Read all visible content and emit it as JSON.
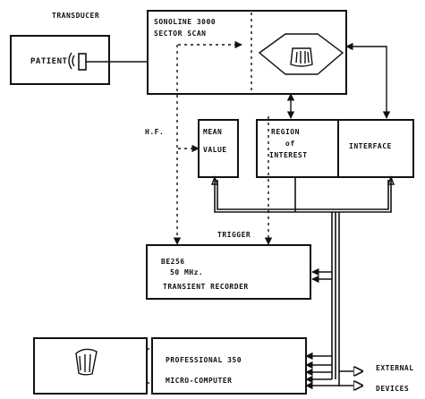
{
  "labels": {
    "transducer": "TRANSDUCER",
    "patient": "PATIENT",
    "sonoline_line1": "SONOLINE 3000",
    "sonoline_line2": "SECTOR SCAN",
    "hf": "H.F.",
    "mean_line1": "MEAN",
    "mean_line2": "VALUE",
    "roi_line1": "REGION",
    "roi_line2": "of",
    "roi_line3": "INTEREST",
    "interface": "INTERFACE",
    "trigger": "TRIGGER",
    "recorder_line1": "BE256",
    "recorder_line2": "50 MHz.",
    "recorder_line3": "TRANSIENT RECORDER",
    "micro_line1": "PROFESSIONAL 350",
    "micro_line2": "MICRO-COMPUTER",
    "external_line1": "EXTERNAL",
    "external_line2": "DEVICES"
  }
}
